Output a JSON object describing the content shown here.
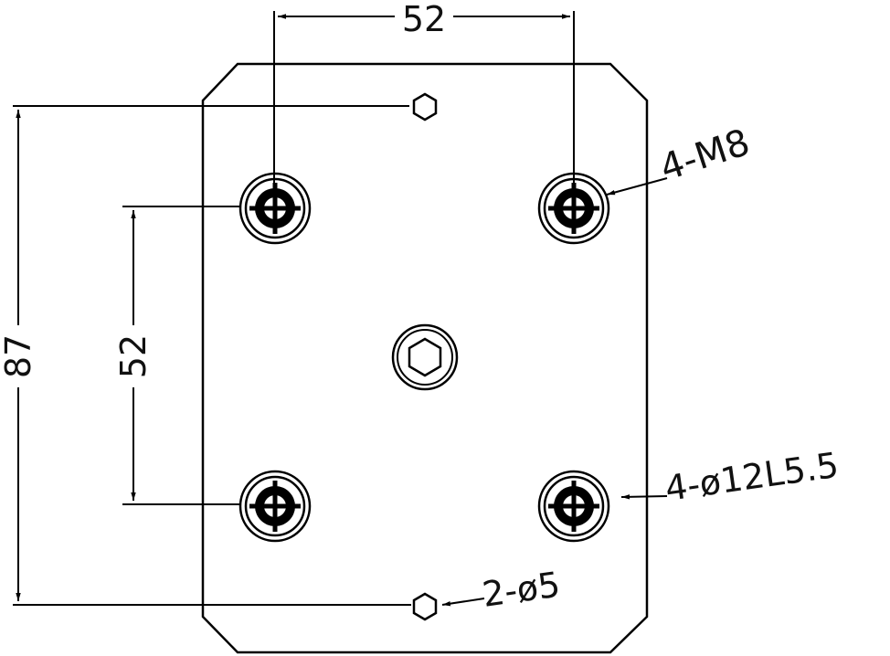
{
  "drawing": {
    "dim_top": "52",
    "dim_left_outer": "87",
    "dim_left_inner": "52",
    "label_threads": "4-M8",
    "label_counterbore": "4-ø12L5.5",
    "label_pin_holes": "2-ø5"
  },
  "colors": {
    "line": "#000000",
    "background": "#ffffff"
  }
}
